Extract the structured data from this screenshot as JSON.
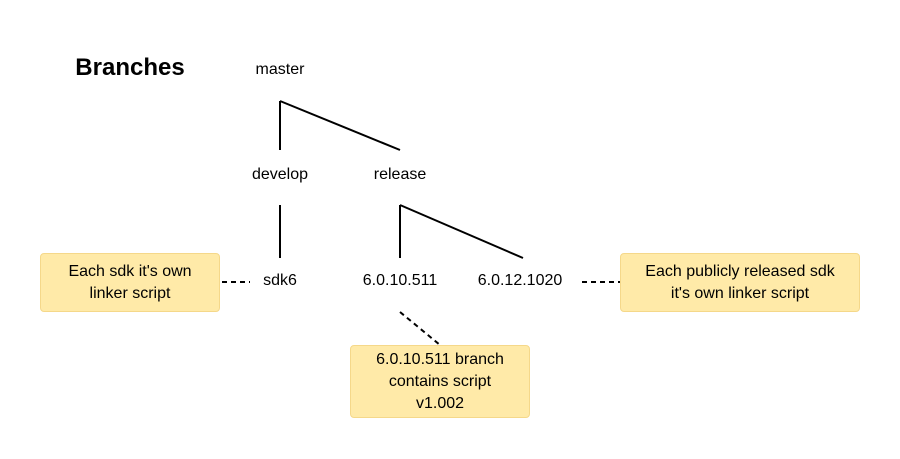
{
  "title": "Branches",
  "nodes": {
    "master": "master",
    "develop": "develop",
    "release": "release",
    "sdk6": "sdk6",
    "rel_6_0_10_511": "6.0.10.511",
    "rel_6_0_12_1020": "6.0.12.1020"
  },
  "notes": {
    "sdk": [
      "Each sdk it's own",
      "linker script"
    ],
    "public_release": [
      "Each publicly released sdk",
      "it's own linker script"
    ],
    "branch_511": [
      "6.0.10.511 branch",
      "contains script",
      "v1.002"
    ]
  },
  "colors": {
    "note_fill": "#ffeaa8",
    "note_border": "#f5d88a",
    "line": "#000000"
  }
}
